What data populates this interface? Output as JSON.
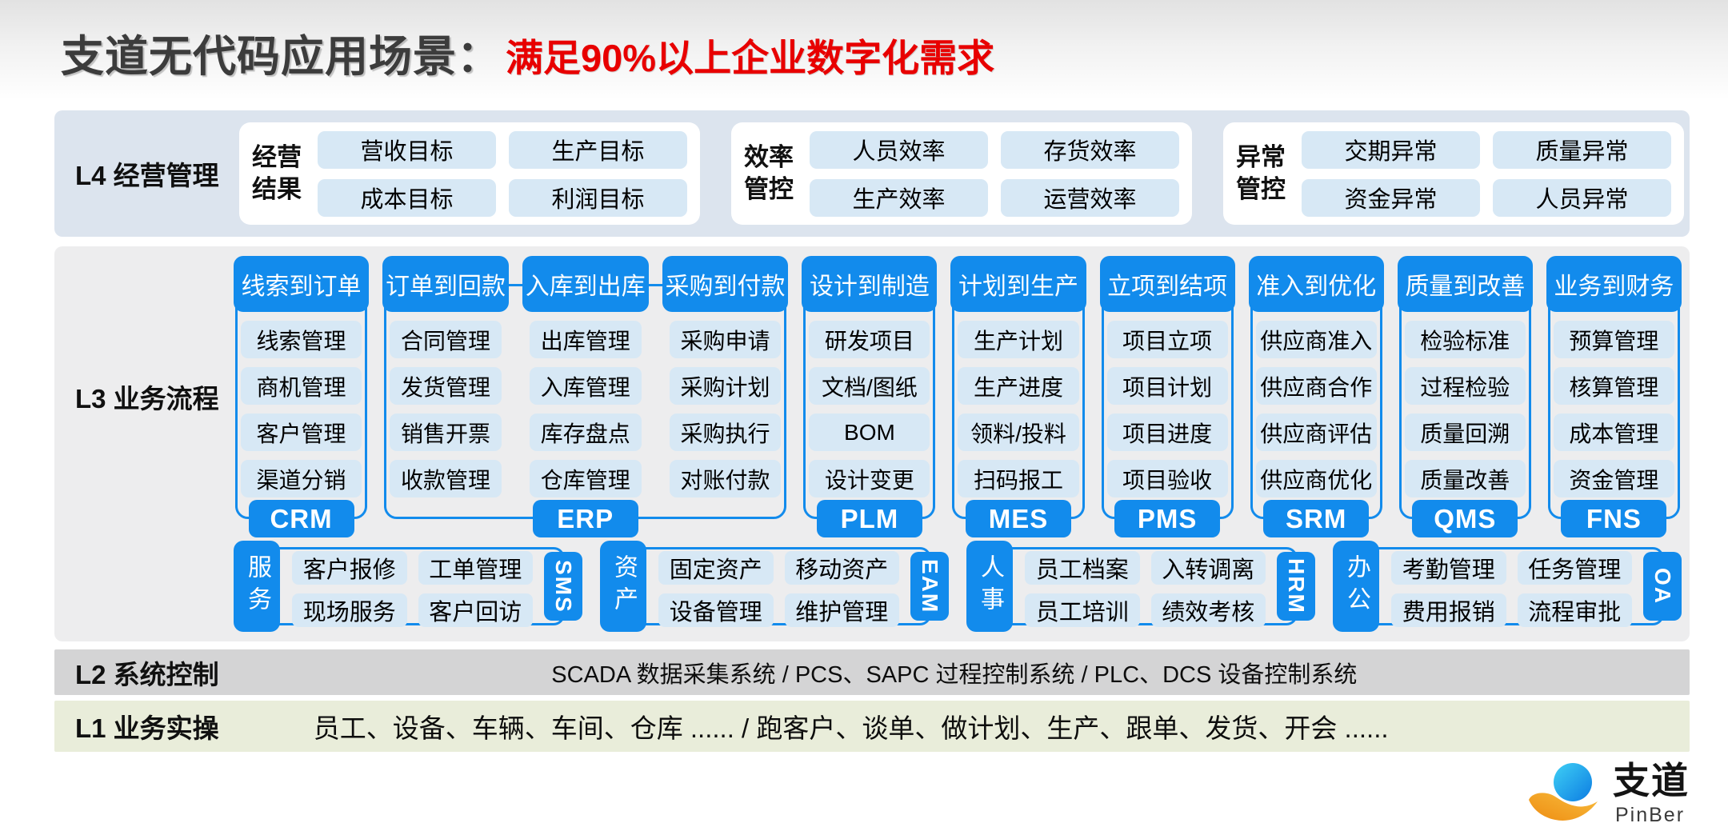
{
  "title": {
    "black": "支道无代码应用场景：",
    "red": "满足90%以上企业数字化需求"
  },
  "l4": {
    "label": "L4 经营管理",
    "cards": [
      {
        "label": "经营结果",
        "chips": [
          "营收目标",
          "生产目标",
          "成本目标",
          "利润目标"
        ]
      },
      {
        "label": "效率管控",
        "chips": [
          "人员效率",
          "存货效率",
          "生产效率",
          "运营效率"
        ]
      },
      {
        "label": "异常管控",
        "chips": [
          "交期异常",
          "质量异常",
          "资金异常",
          "人员异常"
        ]
      }
    ]
  },
  "l3": {
    "label": "L3 业务流程",
    "flow_groups": [
      {
        "badge": "CRM",
        "columns": [
          {
            "header": "线索到订单",
            "chips": [
              "线索管理",
              "商机管理",
              "客户管理",
              "渠道分销"
            ]
          }
        ]
      },
      {
        "badge": "ERP",
        "columns": [
          {
            "header": "订单到回款",
            "chips": [
              "合同管理",
              "发货管理",
              "销售开票",
              "收款管理"
            ]
          },
          {
            "header": "入库到出库",
            "chips": [
              "出库管理",
              "入库管理",
              "库存盘点",
              "仓库管理"
            ]
          },
          {
            "header": "采购到付款",
            "chips": [
              "采购申请",
              "采购计划",
              "采购执行",
              "对账付款"
            ]
          }
        ]
      },
      {
        "badge": "PLM",
        "columns": [
          {
            "header": "设计到制造",
            "chips": [
              "研发项目",
              "文档/图纸",
              "BOM",
              "设计变更"
            ]
          }
        ]
      },
      {
        "badge": "MES",
        "columns": [
          {
            "header": "计划到生产",
            "chips": [
              "生产计划",
              "生产进度",
              "领料/投料",
              "扫码报工"
            ]
          }
        ]
      },
      {
        "badge": "PMS",
        "columns": [
          {
            "header": "立项到结项",
            "chips": [
              "项目立项",
              "项目计划",
              "项目进度",
              "项目验收"
            ]
          }
        ]
      },
      {
        "badge": "SRM",
        "columns": [
          {
            "header": "准入到优化",
            "chips": [
              "供应商准入",
              "供应商合作",
              "供应商评估",
              "供应商优化"
            ]
          }
        ]
      },
      {
        "badge": "QMS",
        "columns": [
          {
            "header": "质量到改善",
            "chips": [
              "检验标准",
              "过程检验",
              "质量回溯",
              "质量改善"
            ]
          }
        ]
      },
      {
        "badge": "FNS",
        "columns": [
          {
            "header": "业务到财务",
            "chips": [
              "预算管理",
              "核算管理",
              "成本管理",
              "资金管理"
            ]
          }
        ]
      }
    ],
    "service_groups": [
      {
        "left_tab": "服务",
        "right_tab": "SMS",
        "chips": [
          "客户报修",
          "工单管理",
          "现场服务",
          "客户回访"
        ]
      },
      {
        "left_tab": "资产",
        "right_tab": "EAM",
        "chips": [
          "固定资产",
          "移动资产",
          "设备管理",
          "维护管理"
        ]
      },
      {
        "left_tab": "人事",
        "right_tab": "HRM",
        "chips": [
          "员工档案",
          "入转调离",
          "员工培训",
          "绩效考核"
        ]
      },
      {
        "left_tab": "办公",
        "right_tab": "OA",
        "chips": [
          "考勤管理",
          "任务管理",
          "费用报销",
          "流程审批"
        ]
      }
    ]
  },
  "l2": {
    "label": "L2 系统控制",
    "text": "SCADA 数据采集系统  /  PCS、SAPC 过程控制系统  /  PLC、DCS 设备控制系统"
  },
  "l1": {
    "label": "L1 业务实操",
    "text": "员工、设备、车辆、车间、仓库 ......  /  跑客户、谈单、做计划、生产、跟单、发货、开会 ......"
  },
  "logo": {
    "name": "支道",
    "sub": "PinBer"
  },
  "colors": {
    "accent_blue": "#128bec",
    "chip_blue": "#d7e8f5",
    "l4_bg": "#dce4ee",
    "l3_bg": "#ededee",
    "l2_bg": "#d4d4d5",
    "l1_bg": "#e9edda",
    "title_red": "#e80000",
    "title_dark": "#3c3c3c",
    "logo_orange": "#f19c1e",
    "logo_blue_light": "#3fd0f5",
    "logo_blue_dark": "#0c7ce2"
  }
}
